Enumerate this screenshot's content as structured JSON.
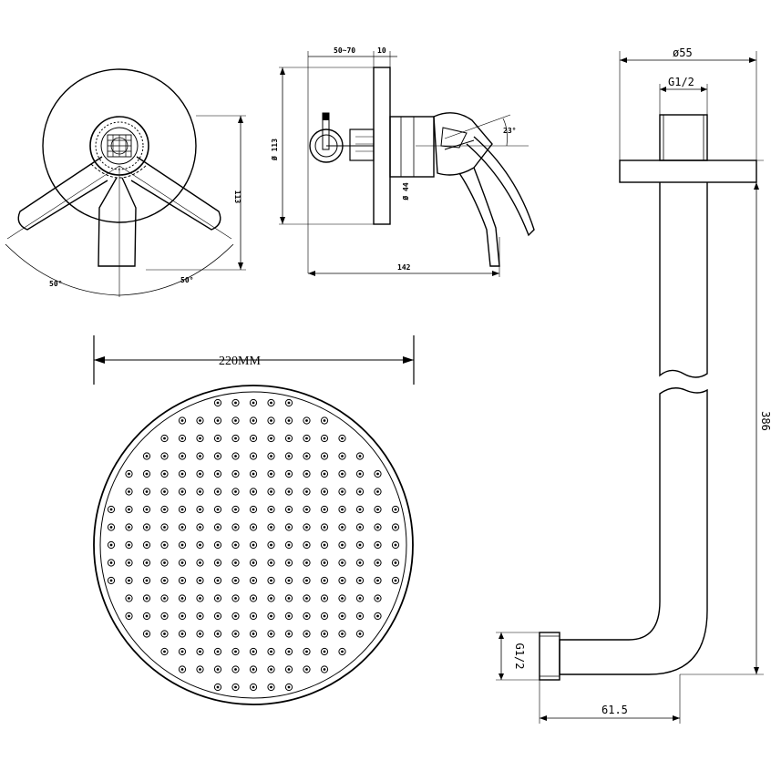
{
  "labels": {
    "mixer_front_angle_left": "50°",
    "mixer_front_angle_right": "50°",
    "mixer_front_height": "113",
    "mixer_side_depth_range": "50~70",
    "mixer_side_plate": "10",
    "mixer_side_plate_diameter": "Ø 113",
    "mixer_side_body_diameter": "Ø 44",
    "mixer_side_angle": "23°",
    "mixer_side_length": "142",
    "shower_head_diameter": "220MM",
    "arm_flange_diameter": "ø55",
    "arm_top_thread": "G1/2",
    "arm_height": "386",
    "arm_bottom_thread": "G1/2",
    "arm_reach": "61.5"
  }
}
